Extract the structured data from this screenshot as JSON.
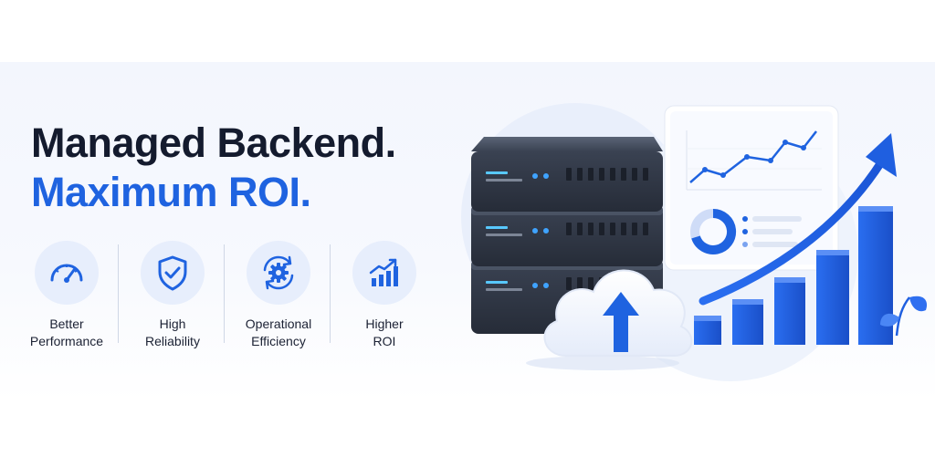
{
  "headline": {
    "line1": "Managed Backend.",
    "line2": "Maximum ROI."
  },
  "features": [
    {
      "icon": "speedometer-icon",
      "line1": "Better",
      "line2": "Performance"
    },
    {
      "icon": "shield-check-icon",
      "line1": "High",
      "line2": "Reliability"
    },
    {
      "icon": "gear-cycle-icon",
      "line1": "Operational",
      "line2": "Efficiency"
    },
    {
      "icon": "bar-growth-icon",
      "line1": "Higher",
      "line2": "ROI"
    }
  ],
  "colors": {
    "accent": "#1f63e0",
    "heading": "#141b2e",
    "server": "#2c3342",
    "iconBg": "#e7eefc"
  },
  "illustration": {
    "server_icon": "server-rack-icon",
    "cloud_icon": "cloud-upload-icon",
    "dashboard_icon": "dashboard-chart-icon",
    "growth_icon": "growth-arrow-icon",
    "plant_icon": "plant-icon"
  }
}
